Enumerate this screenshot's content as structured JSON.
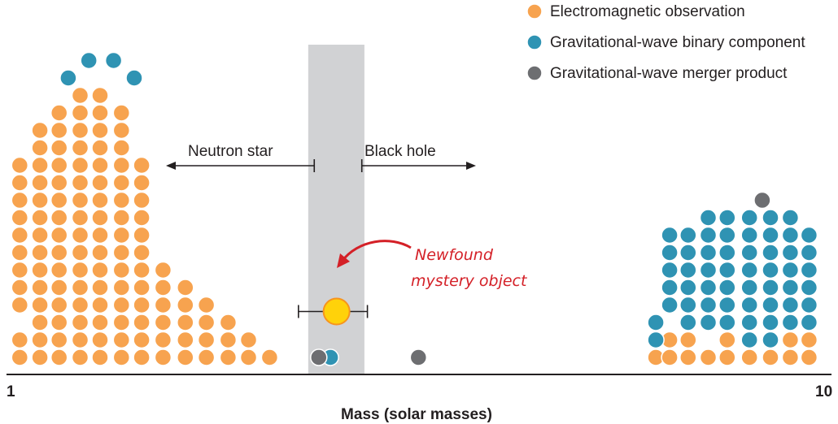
{
  "colors": {
    "em": "#f7a34f",
    "gw_binary": "#2f93b3",
    "gw_merger": "#6d6e71",
    "mystery": "#ffd20a",
    "mystery_stroke": "#f7941d",
    "gap_band": "#d1d2d4",
    "annotation": "#d42027",
    "axis": "#231f20"
  },
  "chart_data": {
    "type": "scatter",
    "xlabel": "Mass (solar masses)",
    "x_ticks": [
      "1",
      "10"
    ],
    "xlim": [
      1,
      10
    ],
    "x_scale": "log",
    "grid": false,
    "legend_position": "top-right",
    "series": [
      {
        "name": "Electromagnetic observation",
        "color": "#f7a34f",
        "points": [
          [
            1.01,
            1
          ],
          [
            1.01,
            2
          ],
          [
            1.01,
            4
          ],
          [
            1.01,
            5
          ],
          [
            1.01,
            6
          ],
          [
            1.01,
            7
          ],
          [
            1.01,
            8
          ],
          [
            1.01,
            9
          ],
          [
            1.01,
            10
          ],
          [
            1.01,
            11
          ],
          [
            1.01,
            12
          ],
          [
            1.07,
            1
          ],
          [
            1.07,
            2
          ],
          [
            1.07,
            3
          ],
          [
            1.07,
            4
          ],
          [
            1.07,
            5
          ],
          [
            1.07,
            6
          ],
          [
            1.07,
            7
          ],
          [
            1.07,
            8
          ],
          [
            1.07,
            9
          ],
          [
            1.07,
            10
          ],
          [
            1.07,
            11
          ],
          [
            1.07,
            12
          ],
          [
            1.07,
            13
          ],
          [
            1.07,
            14
          ],
          [
            1.13,
            1
          ],
          [
            1.13,
            2
          ],
          [
            1.13,
            3
          ],
          [
            1.13,
            4
          ],
          [
            1.13,
            5
          ],
          [
            1.13,
            6
          ],
          [
            1.13,
            7
          ],
          [
            1.13,
            8
          ],
          [
            1.13,
            9
          ],
          [
            1.13,
            10
          ],
          [
            1.13,
            11
          ],
          [
            1.13,
            12
          ],
          [
            1.13,
            13
          ],
          [
            1.13,
            14
          ],
          [
            1.13,
            15
          ],
          [
            1.2,
            1
          ],
          [
            1.2,
            2
          ],
          [
            1.2,
            3
          ],
          [
            1.2,
            4
          ],
          [
            1.2,
            5
          ],
          [
            1.2,
            6
          ],
          [
            1.2,
            7
          ],
          [
            1.2,
            8
          ],
          [
            1.2,
            9
          ],
          [
            1.2,
            10
          ],
          [
            1.2,
            11
          ],
          [
            1.2,
            12
          ],
          [
            1.2,
            13
          ],
          [
            1.2,
            14
          ],
          [
            1.2,
            15
          ],
          [
            1.2,
            16
          ],
          [
            1.27,
            1
          ],
          [
            1.27,
            2
          ],
          [
            1.27,
            3
          ],
          [
            1.27,
            4
          ],
          [
            1.27,
            5
          ],
          [
            1.27,
            6
          ],
          [
            1.27,
            7
          ],
          [
            1.27,
            8
          ],
          [
            1.27,
            9
          ],
          [
            1.27,
            10
          ],
          [
            1.27,
            11
          ],
          [
            1.27,
            12
          ],
          [
            1.27,
            13
          ],
          [
            1.27,
            14
          ],
          [
            1.27,
            15
          ],
          [
            1.27,
            16
          ],
          [
            1.35,
            1
          ],
          [
            1.35,
            2
          ],
          [
            1.35,
            3
          ],
          [
            1.35,
            4
          ],
          [
            1.35,
            5
          ],
          [
            1.35,
            6
          ],
          [
            1.35,
            7
          ],
          [
            1.35,
            8
          ],
          [
            1.35,
            9
          ],
          [
            1.35,
            10
          ],
          [
            1.35,
            11
          ],
          [
            1.35,
            12
          ],
          [
            1.35,
            13
          ],
          [
            1.35,
            14
          ],
          [
            1.35,
            15
          ],
          [
            1.43,
            1
          ],
          [
            1.43,
            2
          ],
          [
            1.43,
            3
          ],
          [
            1.43,
            4
          ],
          [
            1.43,
            5
          ],
          [
            1.43,
            6
          ],
          [
            1.43,
            7
          ],
          [
            1.43,
            8
          ],
          [
            1.43,
            9
          ],
          [
            1.43,
            10
          ],
          [
            1.43,
            11
          ],
          [
            1.43,
            12
          ],
          [
            1.52,
            1
          ],
          [
            1.52,
            2
          ],
          [
            1.52,
            3
          ],
          [
            1.52,
            4
          ],
          [
            1.52,
            5
          ],
          [
            1.52,
            6
          ],
          [
            1.62,
            1
          ],
          [
            1.62,
            2
          ],
          [
            1.62,
            3
          ],
          [
            1.62,
            4
          ],
          [
            1.62,
            5
          ],
          [
            1.72,
            1
          ],
          [
            1.72,
            2
          ],
          [
            1.72,
            3
          ],
          [
            1.72,
            4
          ],
          [
            1.83,
            1
          ],
          [
            1.83,
            2
          ],
          [
            1.83,
            3
          ],
          [
            1.94,
            1
          ],
          [
            1.94,
            2
          ],
          [
            2.06,
            1
          ],
          [
            6.2,
            1
          ],
          [
            6.45,
            1
          ],
          [
            6.45,
            2
          ],
          [
            6.8,
            1
          ],
          [
            6.8,
            2
          ],
          [
            7.2,
            1
          ],
          [
            7.6,
            1
          ],
          [
            7.6,
            2
          ],
          [
            8.1,
            1
          ],
          [
            8.6,
            1
          ],
          [
            9.1,
            1
          ],
          [
            9.1,
            2
          ],
          [
            9.6,
            1
          ],
          [
            9.6,
            2
          ]
        ]
      },
      {
        "name": "Gravitational-wave binary component",
        "color": "#2f93b3",
        "points": [
          [
            1.16,
            17
          ],
          [
            1.23,
            18
          ],
          [
            1.32,
            18
          ],
          [
            1.4,
            17
          ],
          [
            2.45,
            1
          ],
          [
            6.2,
            2
          ],
          [
            6.2,
            3
          ],
          [
            6.45,
            4
          ],
          [
            6.45,
            5
          ],
          [
            6.45,
            6
          ],
          [
            6.45,
            7
          ],
          [
            6.45,
            8
          ],
          [
            6.8,
            3
          ],
          [
            6.8,
            4
          ],
          [
            6.8,
            5
          ],
          [
            6.8,
            6
          ],
          [
            6.8,
            7
          ],
          [
            6.8,
            8
          ],
          [
            7.2,
            3
          ],
          [
            7.2,
            4
          ],
          [
            7.2,
            5
          ],
          [
            7.2,
            6
          ],
          [
            7.2,
            7
          ],
          [
            7.2,
            8
          ],
          [
            7.2,
            9
          ],
          [
            7.6,
            3
          ],
          [
            7.6,
            4
          ],
          [
            7.6,
            5
          ],
          [
            7.6,
            6
          ],
          [
            7.6,
            7
          ],
          [
            7.6,
            8
          ],
          [
            7.6,
            9
          ],
          [
            8.1,
            2
          ],
          [
            8.1,
            3
          ],
          [
            8.1,
            4
          ],
          [
            8.1,
            5
          ],
          [
            8.1,
            6
          ],
          [
            8.1,
            7
          ],
          [
            8.1,
            8
          ],
          [
            8.1,
            9
          ],
          [
            8.6,
            2
          ],
          [
            8.6,
            3
          ],
          [
            8.6,
            4
          ],
          [
            8.6,
            5
          ],
          [
            8.6,
            6
          ],
          [
            8.6,
            7
          ],
          [
            8.6,
            8
          ],
          [
            8.6,
            9
          ],
          [
            9.1,
            3
          ],
          [
            9.1,
            4
          ],
          [
            9.1,
            5
          ],
          [
            9.1,
            6
          ],
          [
            9.1,
            7
          ],
          [
            9.1,
            8
          ],
          [
            9.1,
            9
          ],
          [
            9.6,
            3
          ],
          [
            9.6,
            4
          ],
          [
            9.6,
            5
          ],
          [
            9.6,
            6
          ],
          [
            9.6,
            7
          ],
          [
            9.6,
            8
          ]
        ]
      },
      {
        "name": "Gravitational-wave merger product",
        "color": "#6d6e71",
        "points": [
          [
            2.37,
            1
          ],
          [
            3.15,
            1
          ],
          [
            8.4,
            10
          ]
        ]
      }
    ],
    "regions": [
      {
        "type": "band",
        "x_range": [
          2.3,
          2.7
        ],
        "color": "#d1d2d4"
      }
    ],
    "annotations": [
      {
        "text": "Neutron star",
        "direction": "left",
        "from_x": 2.34
      },
      {
        "text": "Black hole",
        "direction": "right",
        "from_x": 2.68
      },
      {
        "text": "Newfound",
        "color": "#d42027"
      },
      {
        "text": "mystery object",
        "color": "#d42027"
      }
    ],
    "highlight": {
      "x": 2.6,
      "x_err": [
        2.3,
        2.8
      ],
      "stack": 4,
      "color": "#ffd20a"
    }
  }
}
